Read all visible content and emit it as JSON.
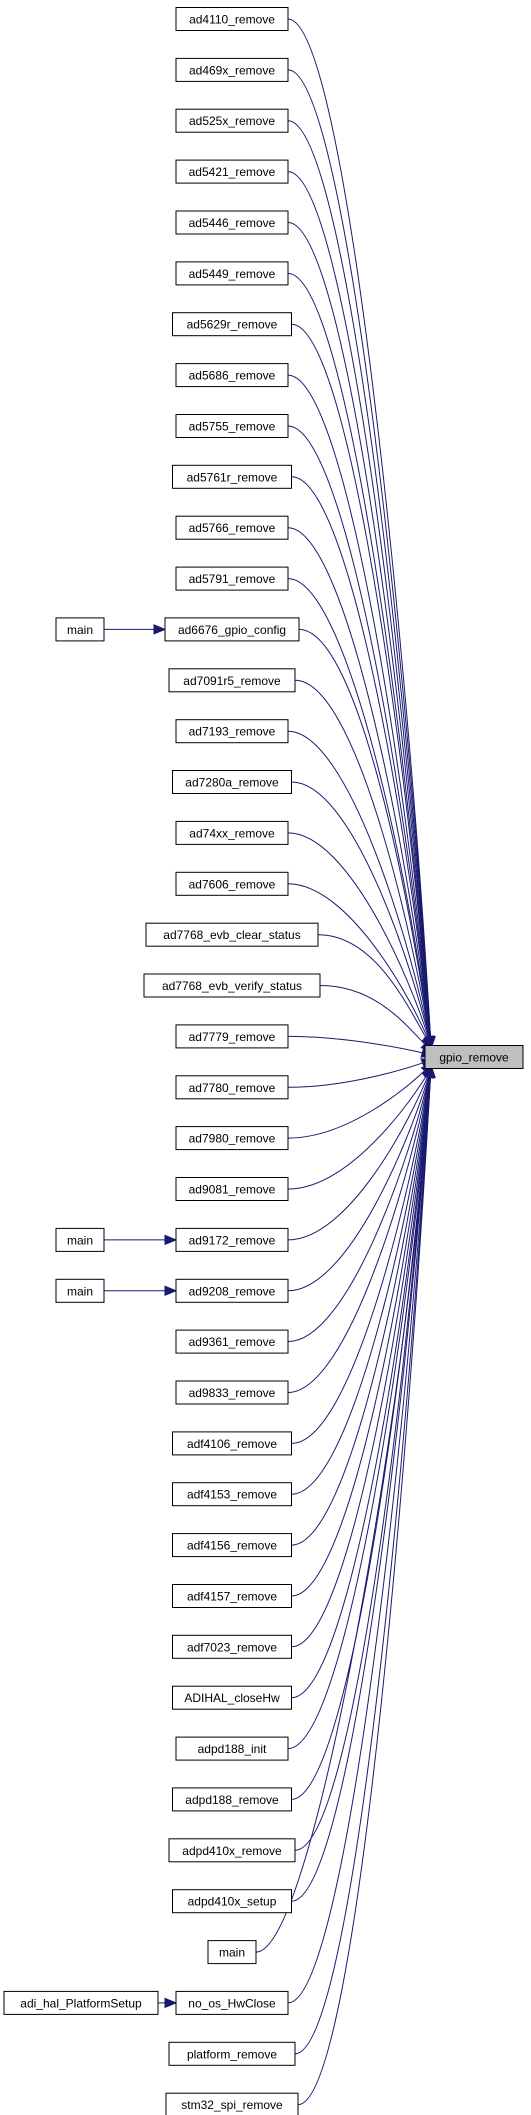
{
  "graph": {
    "target": "gpio_remove",
    "callers": [
      "ad4110_remove",
      "ad469x_remove",
      "ad525x_remove",
      "ad5421_remove",
      "ad5446_remove",
      "ad5449_remove",
      "ad5629r_remove",
      "ad5686_remove",
      "ad5755_remove",
      "ad5761r_remove",
      "ad5766_remove",
      "ad5791_remove",
      "ad6676_gpio_config",
      "ad7091r5_remove",
      "ad7193_remove",
      "ad7280a_remove",
      "ad74xx_remove",
      "ad7606_remove",
      "ad7768_evb_clear_status",
      "ad7768_evb_verify_status",
      "ad7779_remove",
      "ad7780_remove",
      "ad7980_remove",
      "ad9081_remove",
      "ad9172_remove",
      "ad9208_remove",
      "ad9361_remove",
      "ad9833_remove",
      "adf4106_remove",
      "adf4153_remove",
      "adf4156_remove",
      "adf4157_remove",
      "adf7023_remove",
      "ADIHAL_closeHw",
      "adpd188_init",
      "adpd188_remove",
      "adpd410x_remove",
      "adpd410x_setup",
      "main",
      "no_os_HwClose",
      "platform_remove",
      "stm32_spi_remove"
    ],
    "secondary": [
      {
        "label": "main",
        "calls": "ad6676_gpio_config"
      },
      {
        "label": "main",
        "calls": "ad9172_remove"
      },
      {
        "label": "main",
        "calls": "ad9208_remove"
      },
      {
        "label": "adi_hal_PlatformSetup",
        "calls": "no_os_HwClose"
      }
    ]
  }
}
